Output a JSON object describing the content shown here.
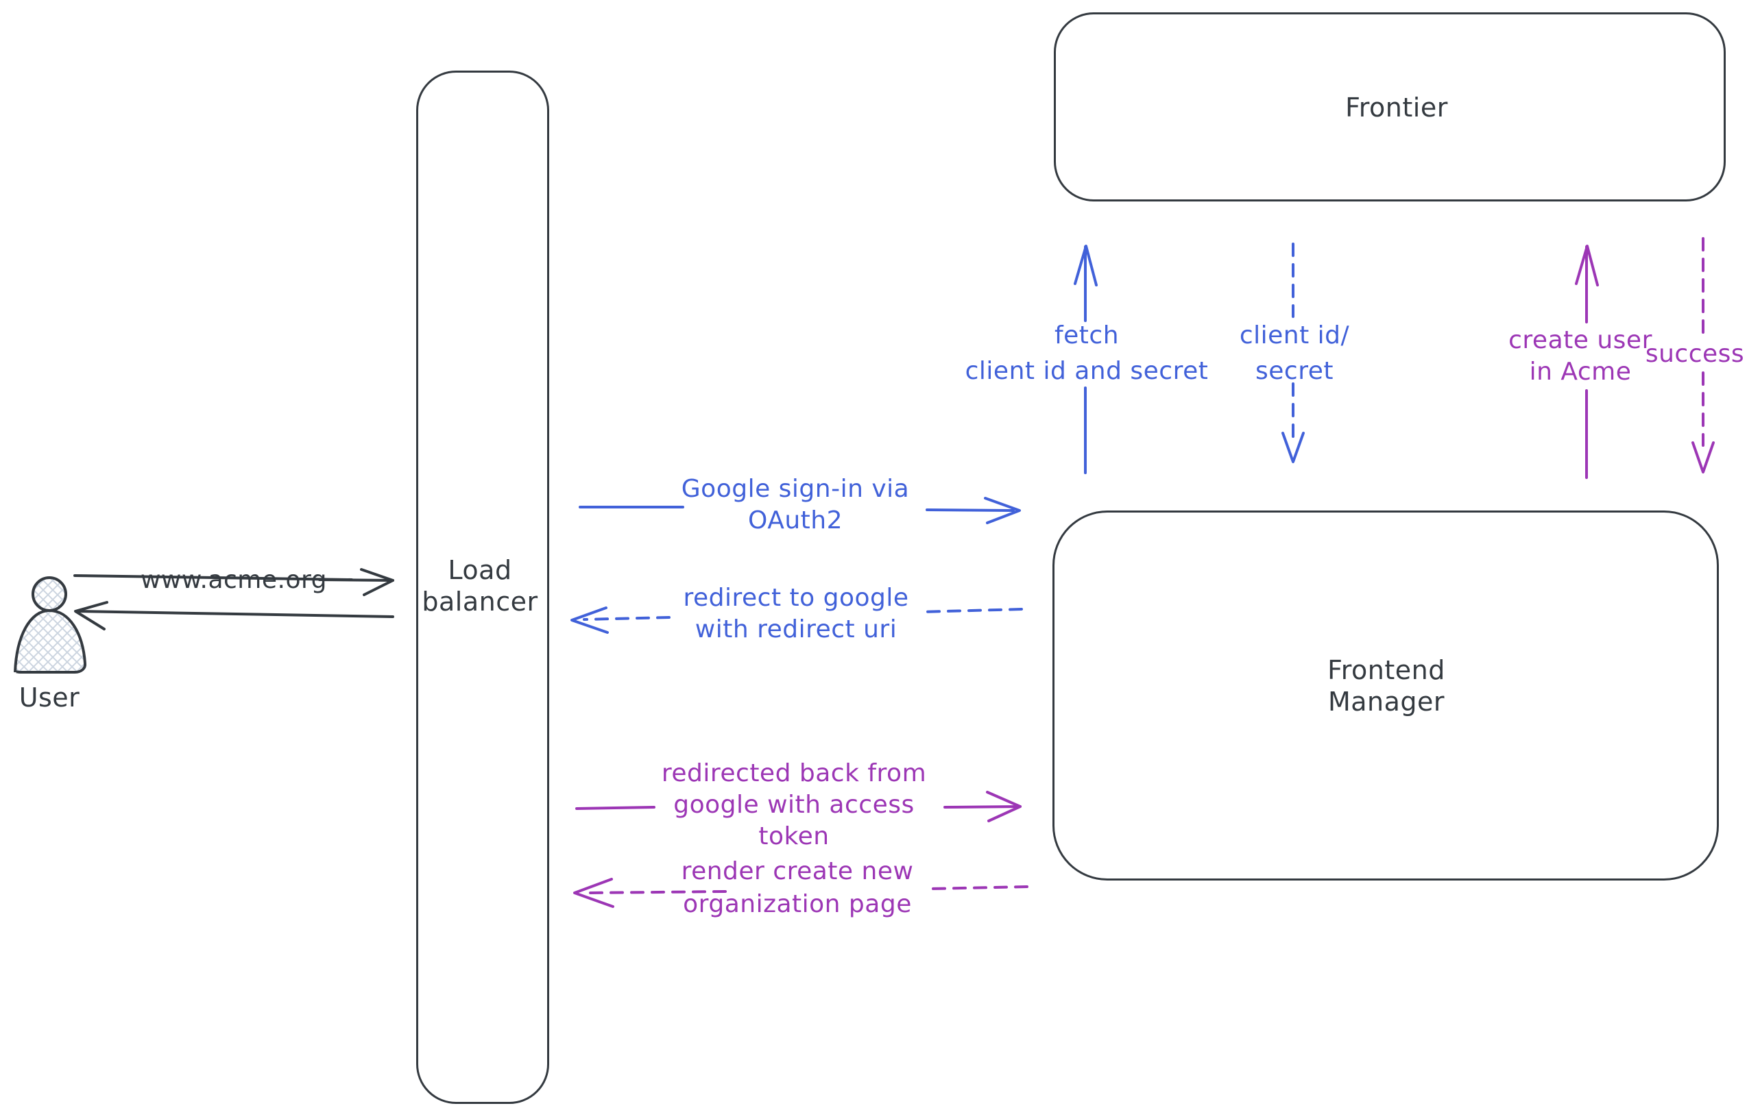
{
  "diagram": {
    "colors": {
      "ink": "#343a40",
      "blue": "#4161d9",
      "purple": "#9c36b5",
      "hatch": "#ccd5e0",
      "bg": "#ffffff"
    },
    "nodes": {
      "user": {
        "label": "User"
      },
      "load_balancer": {
        "label": "Load\nbalancer"
      },
      "frontier": {
        "label": "Frontier"
      },
      "frontend_manager": {
        "label": "Frontend\nManager"
      }
    },
    "edges": {
      "www_acme": {
        "label": "www.acme.org",
        "style": "solid",
        "direction": "right",
        "color": "ink"
      },
      "lb_to_user_return": {
        "label": "",
        "style": "solid",
        "direction": "left",
        "color": "ink"
      },
      "google_signin": {
        "label": "Google sign-in via\nOAuth2",
        "style": "solid",
        "direction": "right",
        "color": "blue"
      },
      "redirect_google": {
        "label": "redirect to google\nwith redirect uri",
        "style": "dashed",
        "direction": "left",
        "color": "blue"
      },
      "fetch_client": {
        "label": "fetch\nclient id and secret",
        "style": "solid",
        "direction": "up",
        "color": "blue"
      },
      "client_id_secret": {
        "label": "client id/\nsecret",
        "style": "dashed",
        "direction": "down",
        "color": "blue"
      },
      "create_user": {
        "label": "create user\nin Acme",
        "style": "solid",
        "direction": "up",
        "color": "purple"
      },
      "success": {
        "label": "success",
        "style": "dashed",
        "direction": "down",
        "color": "purple"
      },
      "redirected_back": {
        "label": "redirected back from\ngoogle with access\ntoken",
        "style": "solid",
        "direction": "right",
        "color": "purple"
      },
      "render_page": {
        "label": "render create new\norganization page",
        "style": "dashed",
        "direction": "left",
        "color": "purple"
      }
    }
  }
}
